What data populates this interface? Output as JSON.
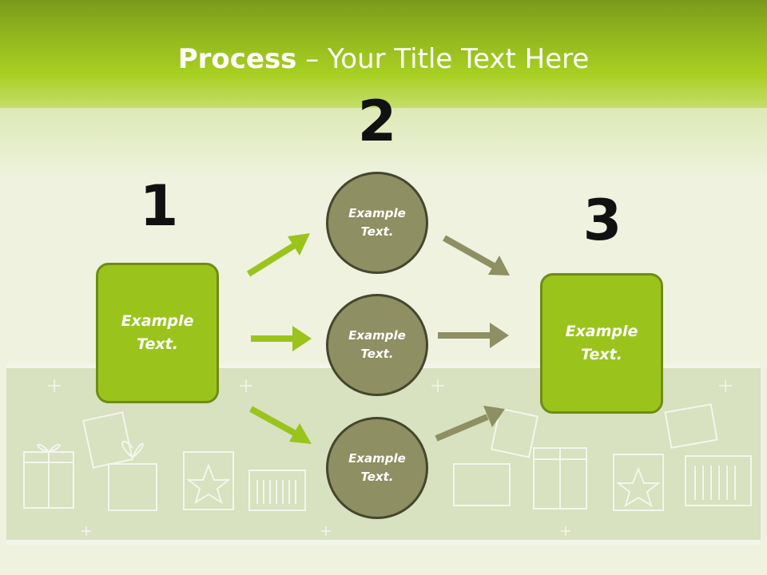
{
  "title": {
    "bold": "Process",
    "rest": " – Your Title Text Here"
  },
  "steps": [
    {
      "number": "1",
      "label": "Example Text."
    },
    {
      "number": "2",
      "label": "Example Text."
    },
    {
      "number": "3",
      "label": "Example Text."
    }
  ],
  "circles": [
    {
      "label": "Example Text."
    },
    {
      "label": "Example Text."
    },
    {
      "label": "Example Text."
    }
  ],
  "colors": {
    "header_green": "#a9d022",
    "box_green": "#9ac41c",
    "circle_olive": "#8e8f62",
    "arrow_green": "#9ac41c",
    "arrow_olive": "#8e8f62"
  }
}
